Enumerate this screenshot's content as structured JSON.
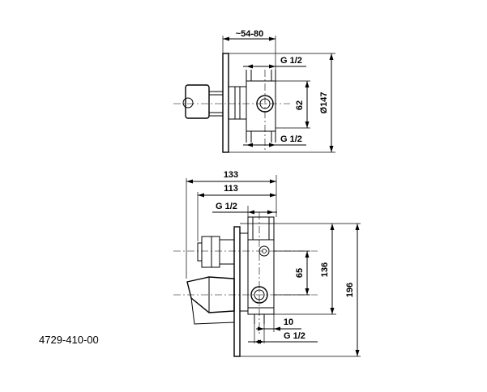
{
  "product_code": "4729-410-00",
  "top_view": {
    "width_range": "~54-80",
    "thread_top": "G 1/2",
    "thread_bottom": "G 1/2",
    "spacing": "62",
    "plate_diameter": "Ø147"
  },
  "front_view": {
    "depth_total": "133",
    "depth_body": "113",
    "thread_top": "G 1/2",
    "spacing_65": "65",
    "spacing_136": "136",
    "height_196": "196",
    "offset_10": "10",
    "thread_bottom": "G 1/2"
  }
}
